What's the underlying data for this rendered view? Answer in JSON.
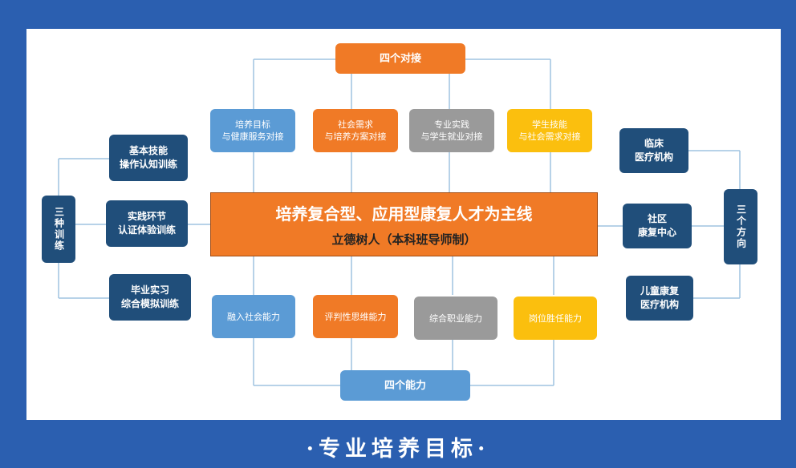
{
  "top_connector": "四个对接",
  "bottom_connector": "四个能力",
  "top_boxes": [
    {
      "label": "培养目标\n与健康服务对接"
    },
    {
      "label": "社会需求\n与培养方案对接"
    },
    {
      "label": "专业实践\n与学生就业对接"
    },
    {
      "label": "学生技能\n与社会需求对接"
    }
  ],
  "bottom_boxes": [
    {
      "label": "融入社会能力"
    },
    {
      "label": "评判性思维能力"
    },
    {
      "label": "综合职业能力"
    },
    {
      "label": "岗位胜任能力"
    }
  ],
  "main": {
    "title": "培养复合型、应用型康复人才为主线",
    "subtitle": "立德树人（本科班导师制）"
  },
  "left": {
    "group_label": "三种训练",
    "items": [
      {
        "label": "基本技能\n操作认知训练"
      },
      {
        "label": "实践环节\n认证体验训练"
      },
      {
        "label": "毕业实习\n综合模拟训练"
      }
    ]
  },
  "right": {
    "group_label": "三个方向",
    "items": [
      {
        "label": "临床\n医疗机构"
      },
      {
        "label": "社区\n康复中心"
      },
      {
        "label": "儿童康复\n医疗机构"
      }
    ]
  },
  "footer": "·专业培养目标·",
  "colors": {
    "background": "#2b5fb0",
    "orange": "#f07a26",
    "blue": "#5b9bd5",
    "grey": "#9a9a9a",
    "yellow": "#fbbf0e",
    "navy": "#204e7a"
  }
}
